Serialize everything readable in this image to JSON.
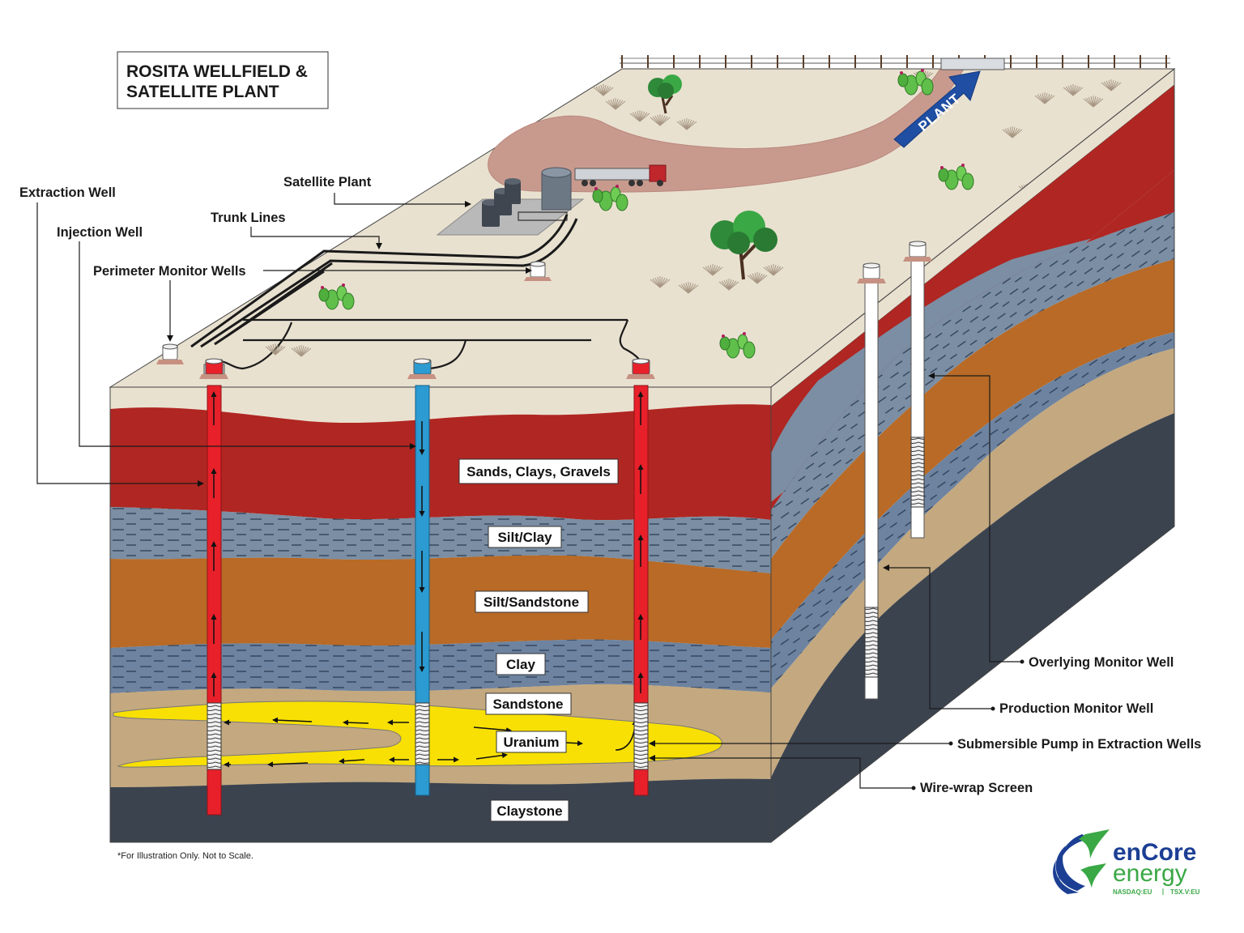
{
  "title": {
    "line1": "ROSITA WELLFIELD &",
    "line2": "SATELLITE PLANT"
  },
  "labels": {
    "extraction_well": "Extraction Well",
    "injection_well": "Injection Well",
    "satellite_plant": "Satellite Plant",
    "trunk_lines": "Trunk Lines",
    "perimeter_monitor_wells": "Perimeter Monitor Wells",
    "overlying_monitor_well": "Overlying Monitor Well",
    "production_monitor_well": "Production Monitor Well",
    "submersible_pump": "Submersible Pump in Extraction Wells",
    "wire_wrap_screen": "Wire-wrap Screen",
    "plant_arrow": "PLANT"
  },
  "layers": [
    {
      "name": "Sands, Clays, Gravels",
      "color": "#b02622"
    },
    {
      "name": "Silt/Clay",
      "color": "#7b8ea3"
    },
    {
      "name": "Silt/Sandstone",
      "color": "#b86a26"
    },
    {
      "name": "Clay",
      "color": "#6d83a0"
    },
    {
      "name": "Sandstone",
      "color": "#c4a87f"
    },
    {
      "name": "Uranium",
      "color": "#f8e004"
    },
    {
      "name": "Claystone",
      "color": "#3b434f"
    }
  ],
  "footnote": "*For Illustration Only. Not to Scale.",
  "logo": {
    "name_part1": "enCore",
    "name_part2": "energy",
    "ticker1": "NASDAQ:EU",
    "ticker2": "TSX.V:EU"
  },
  "colors": {
    "surface": "#e9e1d0",
    "extraction_well": "#e8202a",
    "injection_well": "#2b9bd2",
    "monitor_well": "#ffffff",
    "road": "#c89a8e",
    "plant_arrow": "#1f4ea3"
  }
}
